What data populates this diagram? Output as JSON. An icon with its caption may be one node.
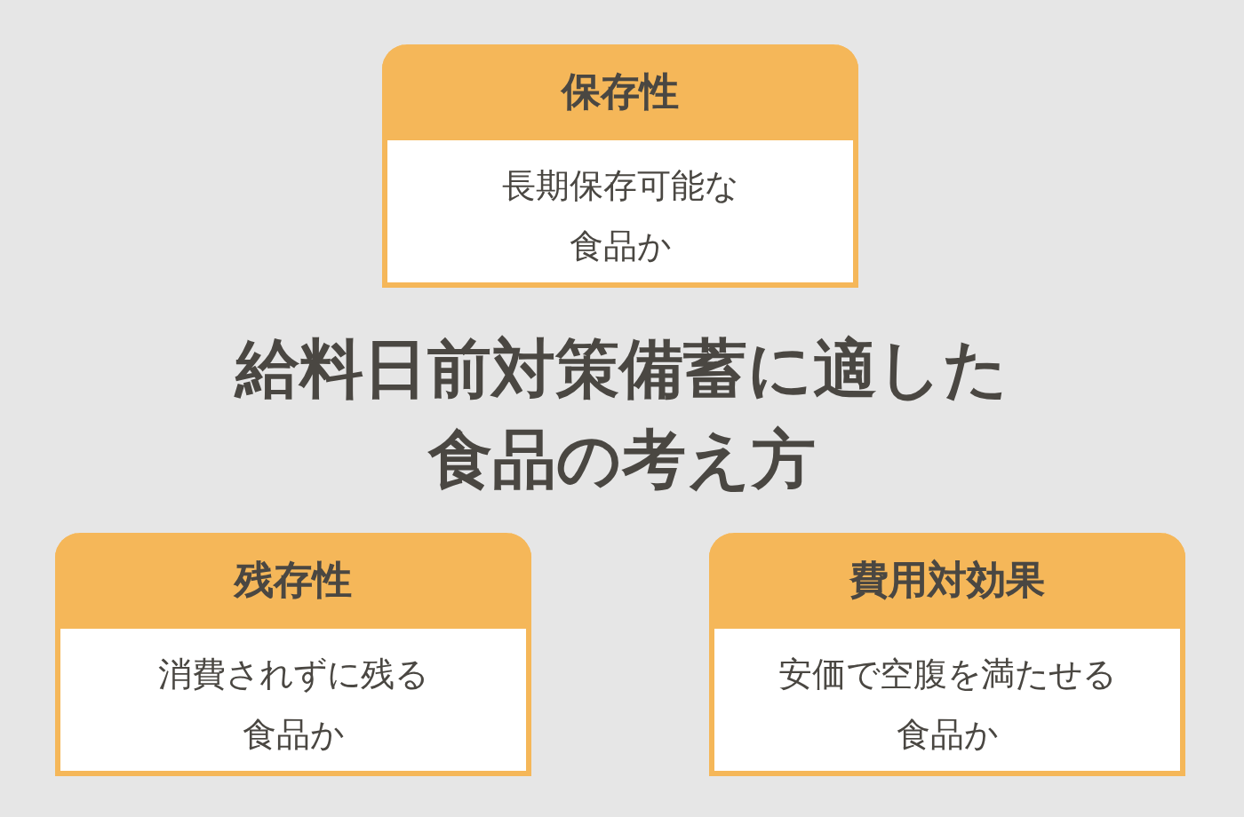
{
  "diagram": {
    "title": "給料日前対策備蓄に適した食品の考え方",
    "nodes": [
      {
        "text": [
          "保存性",
          "長期保存可能な食品か"
        ]
      },
      {
        "text": [
          "残存性",
          "消費されずに残る食品か"
        ]
      },
      {
        "text": [
          "費用対効果",
          "安価で空腹を満たせる食品か"
        ]
      }
    ]
  }
}
